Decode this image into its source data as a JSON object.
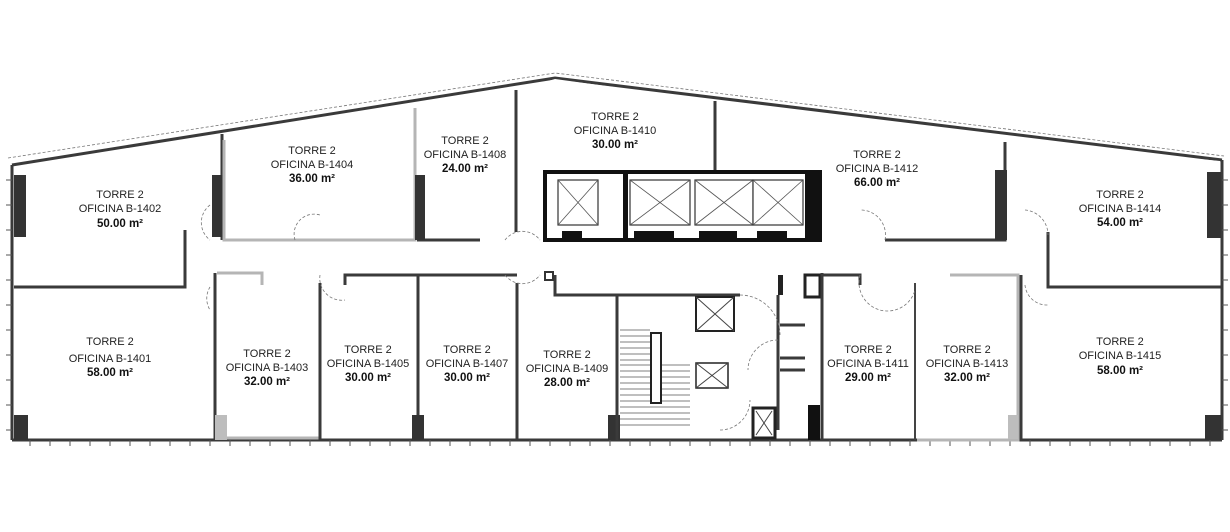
{
  "floor_plan": {
    "rooms": [
      {
        "id": "B-1401",
        "tower": "TORRE 2",
        "office": "OFICINA B-1401",
        "area": "58.00 m²"
      },
      {
        "id": "B-1402",
        "tower": "TORRE 2",
        "office": "OFICINA B-1402",
        "area": "50.00 m²"
      },
      {
        "id": "B-1403",
        "tower": "TORRE 2",
        "office": "OFICINA B-1403",
        "area": "32.00 m²"
      },
      {
        "id": "B-1404",
        "tower": "TORRE 2",
        "office": "OFICINA B-1404",
        "area": "36.00 m²"
      },
      {
        "id": "B-1405",
        "tower": "TORRE 2",
        "office": "OFICINA B-1405",
        "area": "30.00 m²"
      },
      {
        "id": "B-1407",
        "tower": "TORRE 2",
        "office": "OFICINA B-1407",
        "area": "30.00 m²"
      },
      {
        "id": "B-1408",
        "tower": "TORRE 2",
        "office": "OFICINA B-1408",
        "area": "24.00 m²"
      },
      {
        "id": "B-1409",
        "tower": "TORRE 2",
        "office": "OFICINA B-1409",
        "area": "28.00 m²"
      },
      {
        "id": "B-1410",
        "tower": "TORRE 2",
        "office": "OFICINA B-1410",
        "area": "30.00 m²"
      },
      {
        "id": "B-1411",
        "tower": "TORRE 2",
        "office": "OFICINA B-1411",
        "area": "29.00 m²"
      },
      {
        "id": "B-1412",
        "tower": "TORRE 2",
        "office": "OFICINA B-1412",
        "area": "66.00 m²"
      },
      {
        "id": "B-1413",
        "tower": "TORRE 2",
        "office": "OFICINA B-1413",
        "area": "32.00 m²"
      },
      {
        "id": "B-1414",
        "tower": "TORRE 2",
        "office": "OFICINA B-1414",
        "area": "54.00 m²"
      },
      {
        "id": "B-1415",
        "tower": "TORRE 2",
        "office": "OFICINA B-1415",
        "area": "58.00 m²"
      }
    ]
  }
}
